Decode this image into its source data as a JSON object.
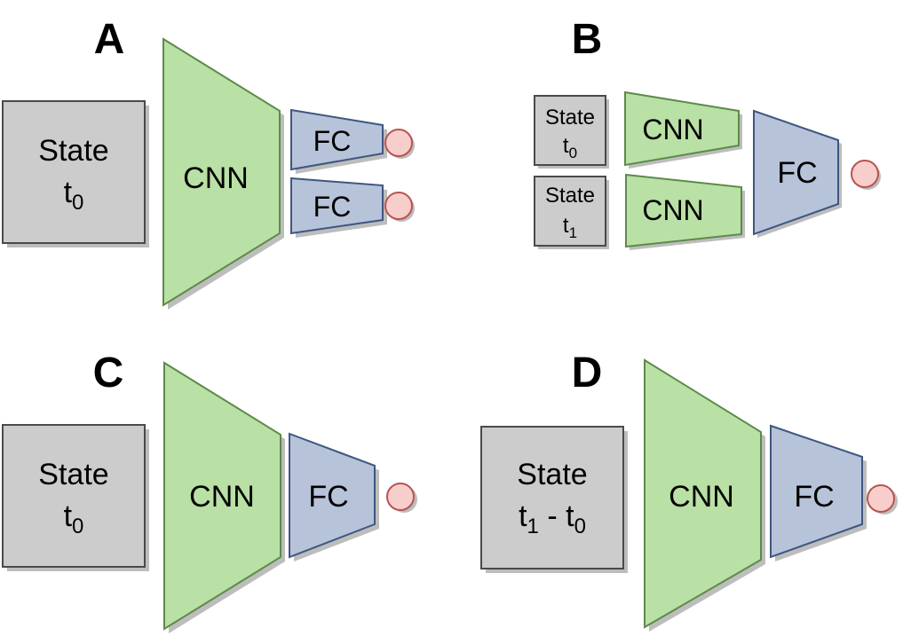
{
  "colors": {
    "state_fill": "#cccccc",
    "state_stroke": "#4a4a4a",
    "cnn_fill": "#b9e0a5",
    "cnn_stroke": "#5e8a4a",
    "fc_fill": "#b7c3d9",
    "fc_stroke": "#3e5681",
    "output_fill": "#f8cecc",
    "output_stroke": "#b85450",
    "shadow": "#bdbdbd"
  },
  "panels": {
    "a": {
      "letter": "A",
      "state": {
        "label": "State",
        "sub_base": "t",
        "sub_index": "0"
      },
      "cnn_label": "CNN",
      "fc_labels": [
        "FC",
        "FC"
      ]
    },
    "b": {
      "letter": "B",
      "states": [
        {
          "label": "State",
          "sub_base": "t",
          "sub_index": "0"
        },
        {
          "label": "State",
          "sub_base": "t",
          "sub_index": "1"
        }
      ],
      "cnn_labels": [
        "CNN",
        "CNN"
      ],
      "fc_label": "FC"
    },
    "c": {
      "letter": "C",
      "state": {
        "label": "State",
        "sub_base": "t",
        "sub_index": "0"
      },
      "cnn_label": "CNN",
      "fc_label": "FC"
    },
    "d": {
      "letter": "D",
      "state": {
        "label": "State",
        "sub_a_base": "t",
        "sub_a_index": "1",
        "sub_op": " - ",
        "sub_b_base": "t",
        "sub_b_index": "0"
      },
      "cnn_label": "CNN",
      "fc_label": "FC"
    }
  }
}
